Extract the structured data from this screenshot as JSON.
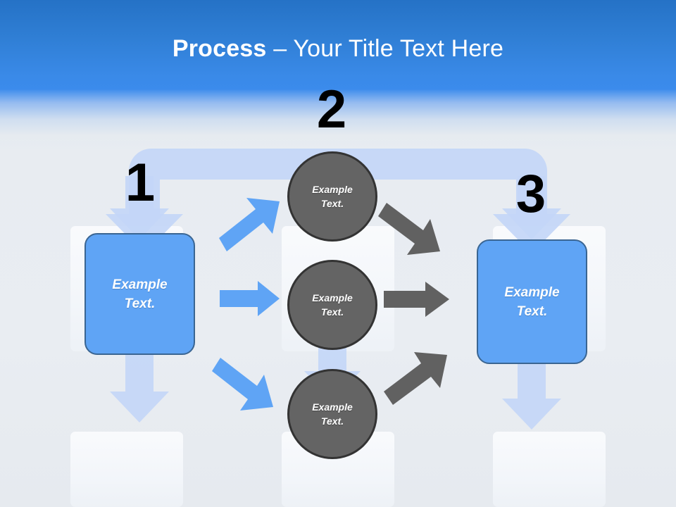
{
  "slide": {
    "title_bold": "Process",
    "title_separator": " – ",
    "title_rest": "Your Title Text Here",
    "background_top_color": "#2572c6",
    "background_mid_color": "#3b8bec",
    "background_bottom_color": "#e8ecf1"
  },
  "steps": [
    {
      "number": "1",
      "label": "Example\nText."
    },
    {
      "number": "2",
      "label": ""
    },
    {
      "number": "3",
      "label": "Example\nText."
    }
  ],
  "boxes": {
    "left": {
      "label": "Example\nText.",
      "fill": "#5fa4f5",
      "border": "#3a6592"
    },
    "right": {
      "label": "Example\nText.",
      "fill": "#5fa4f5",
      "border": "#3a6592"
    }
  },
  "circles": [
    {
      "label": "Example\nText.",
      "fill": "#646464",
      "border": "#333333"
    },
    {
      "label": "Example\nText.",
      "fill": "#646464",
      "border": "#333333"
    },
    {
      "label": "Example\nText.",
      "fill": "#646464",
      "border": "#333333"
    }
  ],
  "arrows": {
    "blue_color": "#5fa4f5",
    "gray_color": "#616161",
    "pale_color": "#c3d6f7",
    "blue_arrow_labels": [
      "to-circle-top",
      "to-circle-middle",
      "to-circle-bottom"
    ],
    "gray_arrow_labels": [
      "from-circle-top",
      "from-circle-middle",
      "from-circle-bottom"
    ],
    "bracket_label": "overall-process-bracket"
  }
}
